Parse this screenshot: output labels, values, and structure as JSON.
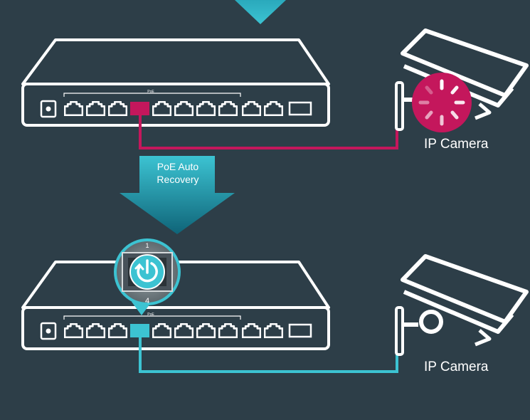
{
  "arrow": {
    "line1": "PoE Auto",
    "line2": "Recovery"
  },
  "top_scene": {
    "camera_label": "IP Camera",
    "status": "rebooting"
  },
  "bottom_scene": {
    "camera_label": "IP Camera",
    "status": "recovered"
  },
  "zoom_inset": {
    "port_top_number": "1",
    "port_bottom_number": "4"
  },
  "switch": {
    "poe_label": "PoE",
    "port_count": 10
  },
  "colors": {
    "background": "#2d3e48",
    "outline": "#ffffff",
    "fault": "#c4175c",
    "ok": "#3cc3d2",
    "arrow_teal": "#1e8fa3"
  },
  "icons": [
    "reboot-spinner-icon",
    "power-recovery-icon",
    "security-camera-icon",
    "down-arrow-icon"
  ]
}
